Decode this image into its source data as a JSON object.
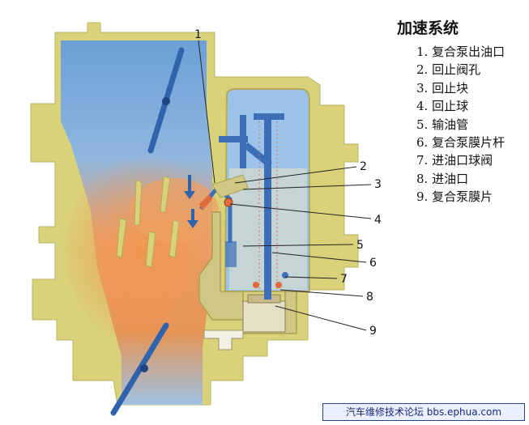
{
  "legend": {
    "title": "加速系统",
    "items": [
      "1. 复合泵出油口",
      "2. 回止阀孔",
      "3. 回止块",
      "4. 回止球",
      "5. 输油管",
      "6. 复合泵膜片杆",
      "7. 进油口球阀",
      "8. 进油口",
      "9. 复合泵膜片"
    ]
  },
  "callouts": [
    "1",
    "2",
    "3",
    "4",
    "5",
    "6",
    "7",
    "8",
    "9"
  ],
  "footer": "汽车维修技术论坛 bbs.ephua.com",
  "colors": {
    "housing": "#d9d27a",
    "air": "#6b9fd6",
    "fuel_mist": "#eb9a5a",
    "fuel_blue": "#3c6fb8",
    "throttle_plate": "#2f64ad"
  }
}
